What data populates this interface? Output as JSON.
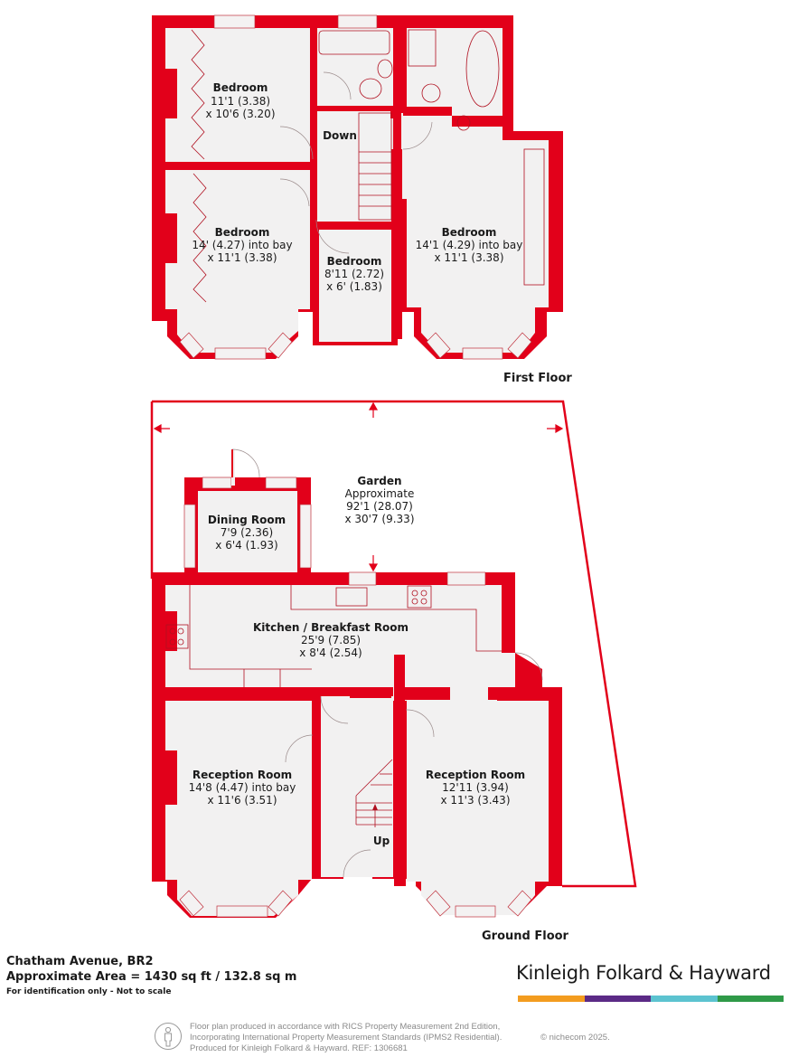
{
  "property": {
    "address": "Chatham Avenue, BR2",
    "approximate_area": "Approximate Area = 1430 sq ft / 132.8 sq m",
    "note": "For identification only - Not to scale"
  },
  "brand": {
    "name": "Kinleigh Folkard & Hayward",
    "bar_colors": [
      "#f39c1f",
      "#5b2a86",
      "#5cc3d0",
      "#2f9a48"
    ]
  },
  "legal": {
    "line1": "Floor plan produced in accordance with RICS Property Measurement 2nd Edition,",
    "line2": "Incorporating International Property Measurement Standards (IPMS2 Residential).",
    "line3": "Produced for Kinleigh Folkard & Hayward.   REF: 1306681",
    "copyright": "© nichecom 2025."
  },
  "colors": {
    "wall": "#e2001a",
    "floor": "#f2f1f1",
    "text": "#1a1a1a"
  },
  "first_floor": {
    "label": "First Floor",
    "stair_label": "Down",
    "rooms": [
      {
        "name": "Bedroom",
        "dim1": "11'1 (3.38)",
        "dim2": "x 10'6 (3.20)"
      },
      {
        "name": "Bedroom",
        "dim1": "14' (4.27) into bay",
        "dim2": "x 11'1 (3.38)"
      },
      {
        "name": "Bedroom",
        "dim1": "8'11 (2.72)",
        "dim2": "x 6' (1.83)"
      },
      {
        "name": "Bedroom",
        "dim1": "14'1 (4.29) into bay",
        "dim2": "x 11'1 (3.38)"
      }
    ]
  },
  "ground_floor": {
    "label": "Ground Floor",
    "stair_label": "Up",
    "rooms": [
      {
        "name": "Garden",
        "name2": "Approximate",
        "dim1": "92'1 (28.07)",
        "dim2": "x 30'7 (9.33)"
      },
      {
        "name": "Dining Room",
        "dim1": "7'9 (2.36)",
        "dim2": "x 6'4 (1.93)"
      },
      {
        "name": "Kitchen / Breakfast Room",
        "dim1": "25'9 (7.85)",
        "dim2": "x 8'4 (2.54)"
      },
      {
        "name": "Reception Room",
        "dim1": "14'8 (4.47) into bay",
        "dim2": "x 11'6 (3.51)"
      },
      {
        "name": "Reception Room",
        "dim1": "12'11 (3.94)",
        "dim2": "x 11'3 (3.43)"
      }
    ]
  }
}
